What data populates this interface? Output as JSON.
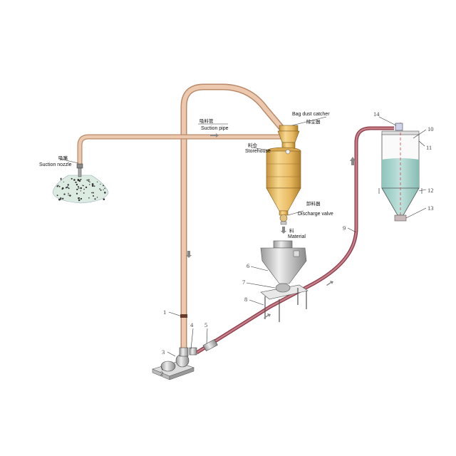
{
  "labels": {
    "suction_nozzle_cn": "吸嘴",
    "suction_nozzle": "Suction nozzle",
    "suction_pipe_cn": "吸料管",
    "suction_pipe": "Suction pipe",
    "storehouse_cn": "料仓",
    "storehouse": "Storehouse",
    "bag_dust_catcher": "Bag dust catcher",
    "bag_dust_catcher_cn": "除尘器",
    "discharge_valve_cn": "卸料器",
    "discharge_valve": "Discharge valve",
    "material_cn": "料",
    "material": "Material"
  },
  "numbers": [
    "1",
    "2",
    "3",
    "4",
    "5",
    "6",
    "7",
    "8",
    "9",
    "10",
    "11",
    "12",
    "13",
    "14"
  ],
  "colors": {
    "suction_pipe": "#e8c4a8",
    "suction_pipe_edge": "#b98a6a",
    "conveying_pipe": "#a0505a",
    "conveying_pipe_light": "#d8a0a8",
    "storehouse_gold": "#e8c170",
    "silo_liquid": "#a8d4cc",
    "machine_gray": "#c8c8c8"
  }
}
